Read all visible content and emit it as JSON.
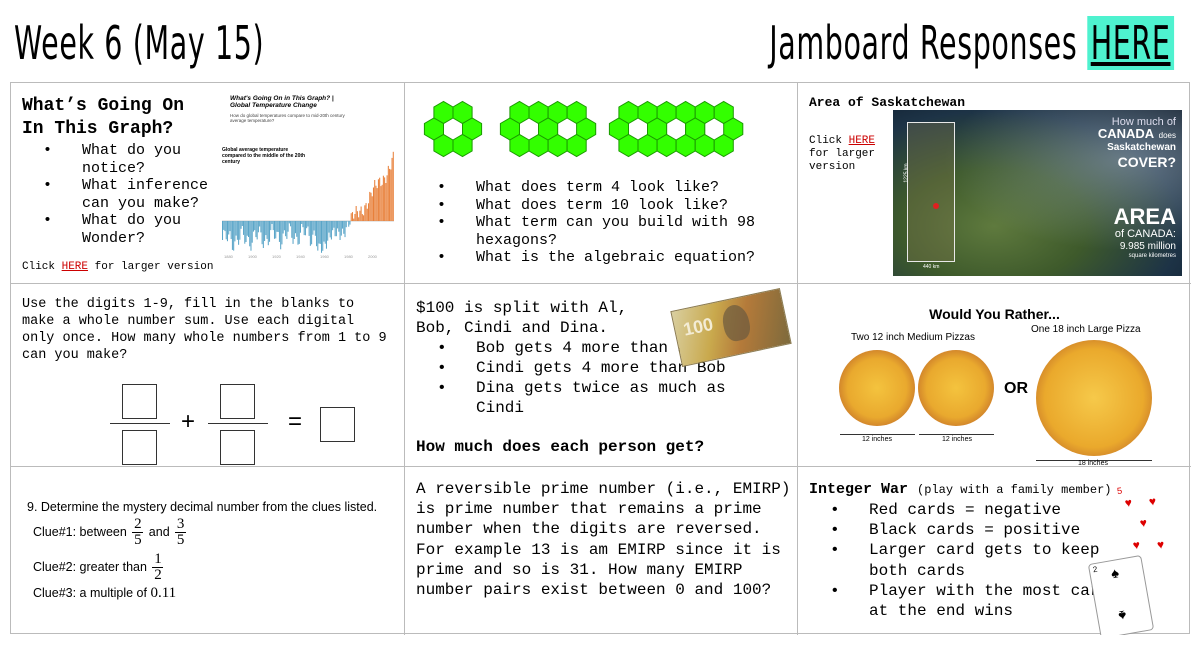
{
  "header": {
    "week_title": "Week 6 (May 15)",
    "jamboard_prefix": "Jamboard Responses",
    "jamboard_link": "HERE"
  },
  "cells": {
    "graph": {
      "title_line1": "What’s Going On",
      "title_line2": "In This Graph?",
      "bullets": [
        "What do you notice?",
        "What inference can you make?",
        "What do you Wonder?"
      ],
      "note_prefix": "Click ",
      "note_link": "HERE",
      "note_suffix": " for larger version",
      "thumb_title": "What's Going On in This Graph? | Global Temperature Change",
      "thumb_sub": "How do global temperatures compare to mid-20th century average temperature?",
      "thumb_label": "Global average temperature compared to the middle of the 20th century"
    },
    "hexagons": {
      "bullets": [
        "What does term 4 look like?",
        "What does term 10 look like?",
        "What term can you build with 98 hexagons?",
        "What is the algebraic equation?"
      ]
    },
    "saskatchewan": {
      "title": "Area of Saskatchewan",
      "note_prefix": "Click ",
      "note_link": "HERE",
      "note_suffix": " for larger version",
      "map_q1": "How much of",
      "map_q2": "CANADA",
      "map_q3": "does",
      "map_q4": "Saskatchewan",
      "map_q5": "COVER?",
      "map_area": "AREA",
      "map_of": "of CANADA:",
      "map_val": "9.985 million",
      "map_unit": "square kilometres",
      "map_w": "440 km",
      "map_h": "1225 km"
    },
    "digits": {
      "text": "Use the digits 1-9, fill in the blanks to make a whole number sum. Use each digital only once. How many whole numbers from 1 to 9 can you make?",
      "plus": "+",
      "equals": "="
    },
    "money": {
      "intro_line1": "$100 is split with Al,",
      "intro_line2": "Bob, Cindi and Dina.",
      "bullets": [
        "Bob gets 4 more than all",
        "Cindi gets 4 more than Bob",
        "Dina gets twice as much as Cindi"
      ],
      "question": "How much does each person get?",
      "bill_value": "100"
    },
    "pizza": {
      "title": "Would You Rather...",
      "left_label": "Two 12 inch Medium Pizzas",
      "right_label": "One 18 inch Large Pizza",
      "or": "OR",
      "dim_small_1": "12 inches",
      "dim_small_2": "12 inches",
      "dim_large": "18 inches"
    },
    "mystery": {
      "prompt": "9. Determine the mystery decimal number from the clues listed.",
      "clue1_prefix": "Clue#1: between",
      "clue1_a_num": "2",
      "clue1_a_den": "5",
      "clue1_and": "and",
      "clue1_b_num": "3",
      "clue1_b_den": "5",
      "clue2_prefix": "Clue#2: greater than",
      "clue2_num": "1",
      "clue2_den": "2",
      "clue3_prefix": "Clue#3: a multiple of",
      "clue3_value": "0.11"
    },
    "emirp": {
      "text": "A reversible prime number (i.e., EMIRP) is prime number that remains a prime number when the digits are reversed. For example 13 is am EMIRP since it is prime and so is 31. How many EMIRP number pairs exist between 0 and 100?"
    },
    "integer_war": {
      "title": "Integer War",
      "subtitle": "(play with a family member)",
      "bullets": [
        "Red cards = negative",
        "Black cards = positive",
        "Larger card gets to keep both cards",
        "Player with the most cards at the end wins"
      ],
      "red_card_rank": "5",
      "black_card_rank": "2"
    }
  },
  "colors": {
    "here_highlight": "#4ef2cf",
    "hexagon_green": "#33ff00",
    "link_red": "#cc0000",
    "grid_line": "#bbbbbb"
  }
}
